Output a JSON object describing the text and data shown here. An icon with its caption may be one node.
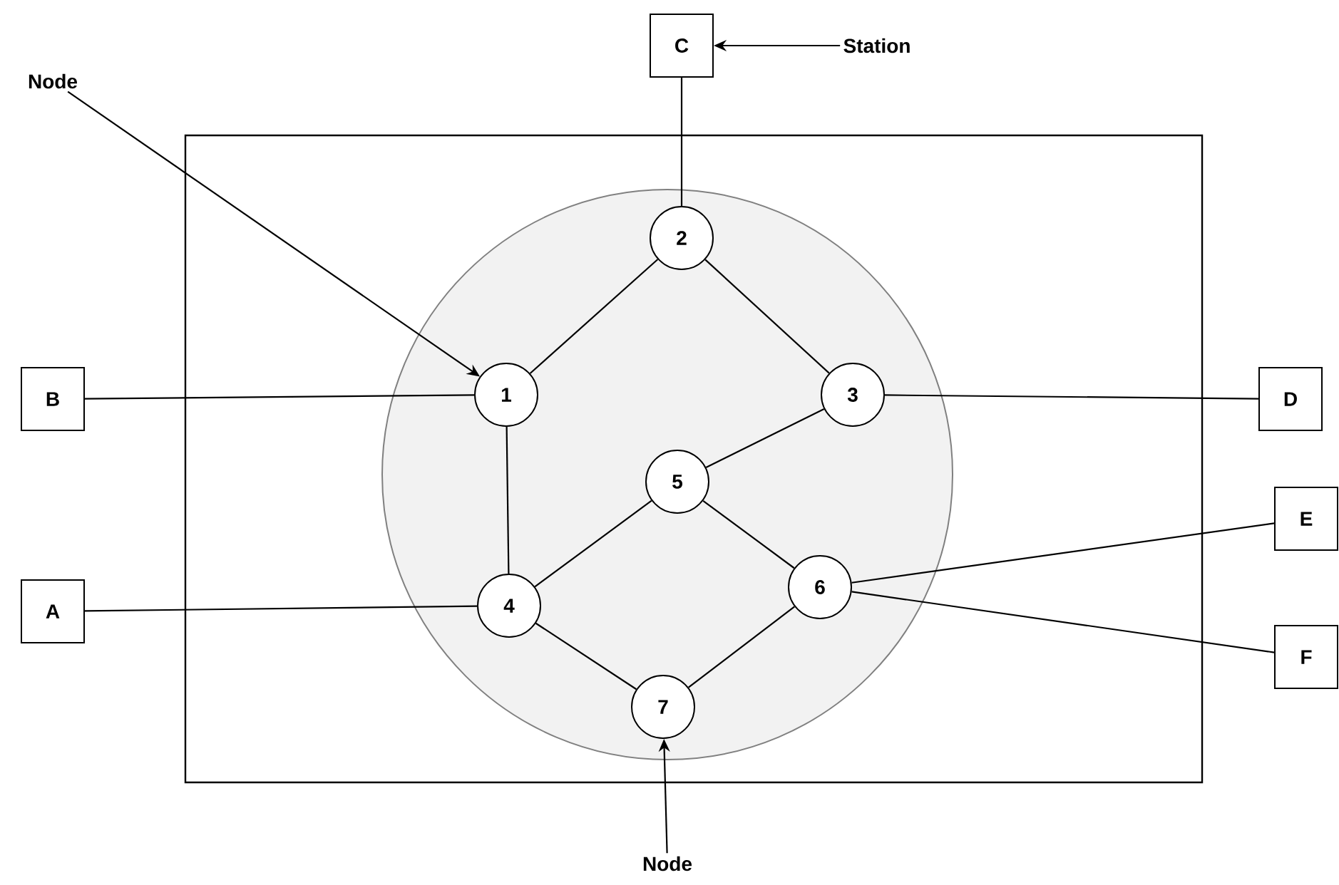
{
  "diagram": {
    "nodes": [
      {
        "text": [],
        "shape": "box"
      },
      {
        "text": [],
        "shape": "circle",
        "in": 0
      },
      {
        "text": [
          "C"
        ]
      },
      {
        "text": [
          "Station"
        ]
      },
      {
        "text": [
          "Node"
        ]
      },
      {
        "text": [
          "2"
        ],
        "in": 1
      },
      {
        "text": [
          "B"
        ]
      },
      {
        "text": [
          "1"
        ],
        "in": 1
      },
      {
        "text": [
          "3"
        ],
        "in": 1
      },
      {
        "text": [
          "D"
        ]
      },
      {
        "text": [
          "5"
        ],
        "in": 1
      },
      {
        "text": [
          "E"
        ]
      },
      {
        "text": [
          "A"
        ]
      },
      {
        "text": [
          "4"
        ],
        "in": 1
      },
      {
        "text": [
          "6"
        ],
        "in": 1
      },
      {
        "text": [
          "F"
        ]
      },
      {
        "text": [
          "7"
        ],
        "in": 1
      },
      {
        "text": [
          "Node"
        ]
      }
    ],
    "edges": [
      {
        "from": 3,
        "to": 2,
        "arrow": "to"
      },
      {
        "from": 4,
        "to": 7,
        "arrow": "to"
      },
      {
        "from": 2,
        "to": 5,
        "arrow": "none"
      },
      {
        "from": 5,
        "to": 7,
        "arrow": "none"
      },
      {
        "from": 5,
        "to": 8,
        "arrow": "none"
      },
      {
        "from": 6,
        "to": 7,
        "arrow": "none"
      },
      {
        "from": 8,
        "to": 9,
        "arrow": "none"
      },
      {
        "from": 7,
        "to": 13,
        "arrow": "none"
      },
      {
        "from": 8,
        "to": 10,
        "arrow": "none"
      },
      {
        "from": 10,
        "to": 13,
        "arrow": "none"
      },
      {
        "from": 10,
        "to": 14,
        "arrow": "none"
      },
      {
        "from": 14,
        "to": 11,
        "arrow": "none"
      },
      {
        "from": 14,
        "to": 15,
        "arrow": "none"
      },
      {
        "from": 12,
        "to": 13,
        "arrow": "none"
      },
      {
        "from": 13,
        "to": 16,
        "arrow": "none"
      },
      {
        "from": 14,
        "to": 16,
        "arrow": "none"
      },
      {
        "from": 17,
        "to": 16,
        "arrow": "to"
      }
    ]
  }
}
